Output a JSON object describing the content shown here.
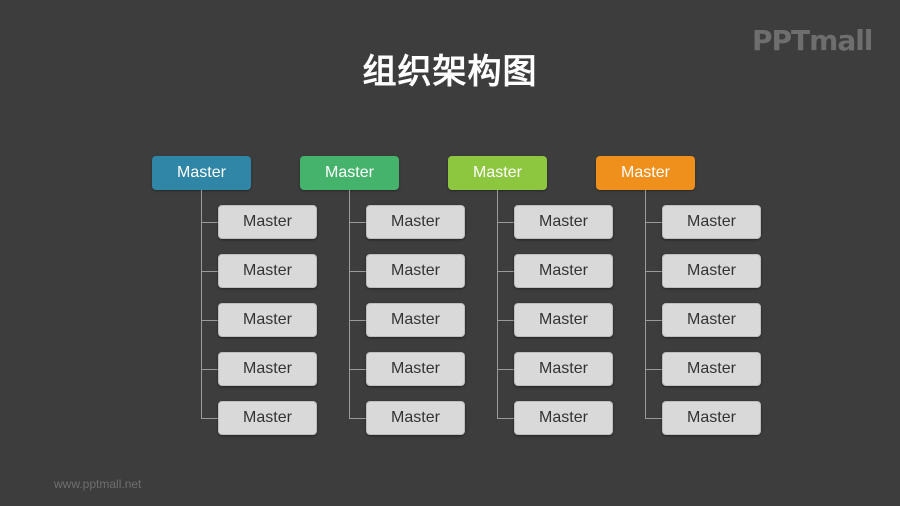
{
  "title": "组织架构图",
  "logo_text": "PPTmall",
  "footer_url": "www.pptmall.net",
  "columns": [
    {
      "head": "Master",
      "color": "#2f86a6",
      "children": [
        "Master",
        "Master",
        "Master",
        "Master",
        "Master"
      ]
    },
    {
      "head": "Master",
      "color": "#45b36b",
      "children": [
        "Master",
        "Master",
        "Master",
        "Master",
        "Master"
      ]
    },
    {
      "head": "Master",
      "color": "#8dc63f",
      "children": [
        "Master",
        "Master",
        "Master",
        "Master",
        "Master"
      ]
    },
    {
      "head": "Master",
      "color": "#f0901c",
      "children": [
        "Master",
        "Master",
        "Master",
        "Master",
        "Master"
      ]
    }
  ]
}
